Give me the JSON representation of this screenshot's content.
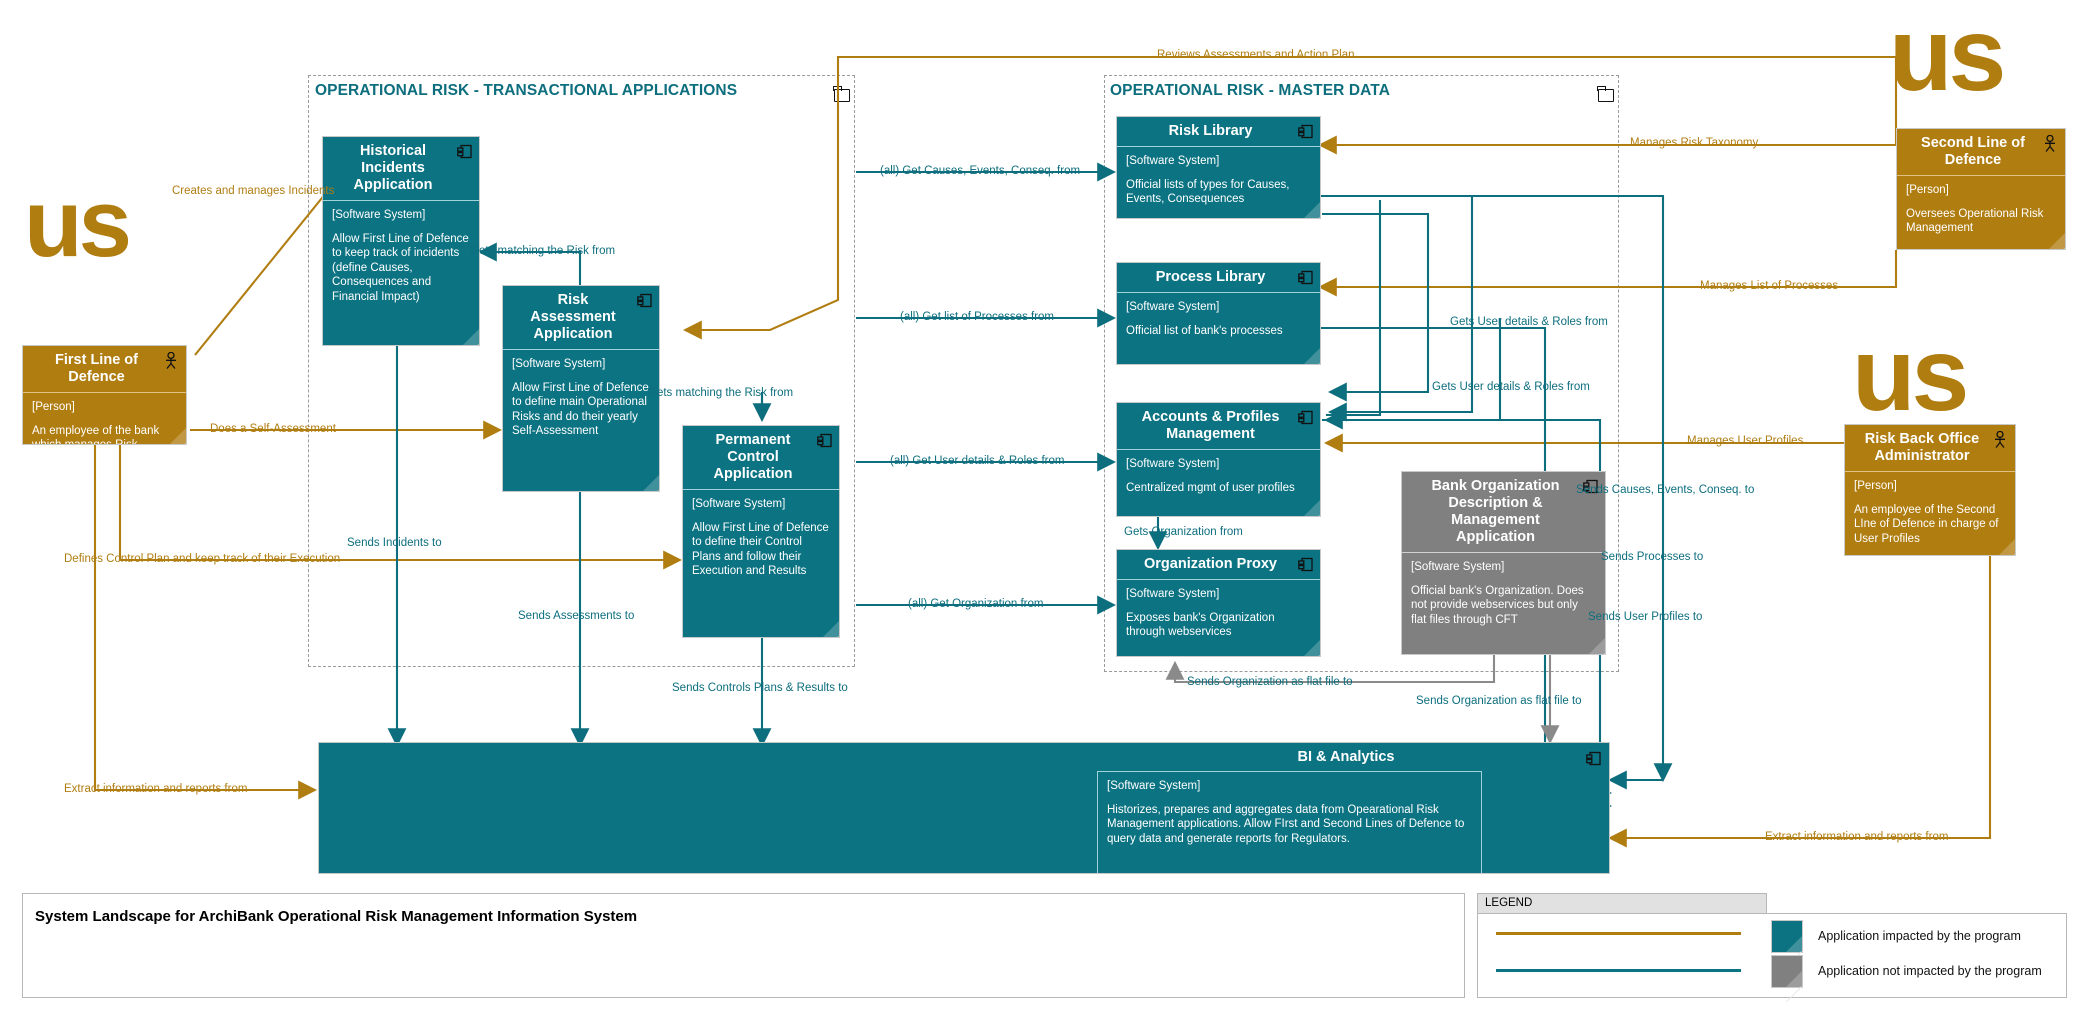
{
  "diagram": {
    "title": "System Landscape for ArchiBank Operational Risk Management Information System",
    "colors": {
      "teal": "#0c7382",
      "gold": "#b07d11",
      "grey": "#808080",
      "group_border": "#9a9a9a"
    }
  },
  "groups": [
    {
      "title": "OPERATIONAL RISK - TRANSACTIONAL APPLICATIONS",
      "icon": "folder-icon"
    },
    {
      "title": "OPERATIONAL RISK - MASTER DATA",
      "icon": "folder-icon"
    }
  ],
  "watermarks": [
    "us",
    "us",
    "us",
    "us"
  ],
  "nodes": [
    {
      "id": "first-line-of-defence",
      "name": "First Line of\nDefence",
      "type": "[Person]",
      "desc": "An employee of the bank which manages Risk",
      "style": "gold",
      "icon": "person-icon"
    },
    {
      "id": "second-line-of-defence",
      "name": "Second Line of\nDefence",
      "type": "[Person]",
      "desc": "Oversees Operational Risk Management",
      "style": "gold",
      "icon": "person-icon"
    },
    {
      "id": "risk-back-office-administrator",
      "name": "Risk Back Office\nAdministrator",
      "type": "[Person]",
      "desc": "An employee of the Second LIne of Defence in charge of User Profiles",
      "style": "gold",
      "icon": "person-icon"
    },
    {
      "id": "historical-incidents-application",
      "name": "Historical\nIncidents\nApplication",
      "type": "[Software System]",
      "desc": "Allow First Line of Defence to keep track of incidents (define Causes, Consequences and Financial Impact)",
      "style": "teal",
      "icon": "component-icon"
    },
    {
      "id": "risk-assessment-application",
      "name": "Risk\nAssessment\nApplication",
      "type": "[Software System]",
      "desc": "Allow First Line of Defence to define main Operational Risks and do their yearly Self-Assessment",
      "style": "teal",
      "icon": "component-icon"
    },
    {
      "id": "permanent-control-application",
      "name": "Permanent\nControl\nApplication",
      "type": "[Software System]",
      "desc": "Allow First Line of Defence to define their Control Plans and follow their Execution and Results",
      "style": "teal",
      "icon": "component-icon"
    },
    {
      "id": "risk-library",
      "name": "Risk Library",
      "type": "[Software System]",
      "desc": "Official lists of types for Causes, Events, Consequences",
      "style": "teal",
      "icon": "component-icon"
    },
    {
      "id": "process-library",
      "name": "Process Library",
      "type": "[Software System]",
      "desc": "Official list of bank's processes",
      "style": "teal",
      "icon": "component-icon"
    },
    {
      "id": "accounts-profiles-management",
      "name": "Accounts & Profiles\nManagement",
      "type": "[Software System]",
      "desc": "Centralized mgmt of user profiles",
      "style": "teal",
      "icon": "component-icon"
    },
    {
      "id": "organization-proxy",
      "name": "Organization Proxy",
      "type": "[Software System]",
      "desc": "Exposes bank's Organization through webservices",
      "style": "teal",
      "icon": "component-icon"
    },
    {
      "id": "bank-organization-description-management-application",
      "name": "Bank Organization\nDescription &\nManagement\nApplication",
      "type": "[Software System]",
      "desc": "Official bank's Organization. Does not provide webservices but only flat files through CFT",
      "style": "grey",
      "icon": "component-icon"
    },
    {
      "id": "bi-analytics",
      "name": "BI & Analytics",
      "type": "[Software System]",
      "desc": "Historizes, prepares and aggregates data from Opearational Risk Management applications. Allow FIrst and Second Lines of Defence to query data and generate reports for Regulators.",
      "style": "teal",
      "icon": "component-icon"
    }
  ],
  "relations": [
    {
      "label": "Reviews Assessments and Action Plan",
      "kind": "gold"
    },
    {
      "label": "Creates and manages Incidents",
      "kind": "gold"
    },
    {
      "label": "Does a Self-Assessment",
      "kind": "gold"
    },
    {
      "label": "Defines Control Plan and keep track of their Execution",
      "kind": "gold"
    },
    {
      "label": "Extract information and reports from",
      "kind": "gold"
    },
    {
      "label": "Extract information and reports from",
      "kind": "gold"
    },
    {
      "label": "Manages Risk Taxonomy",
      "kind": "gold"
    },
    {
      "label": "Manages List of Processes",
      "kind": "gold"
    },
    {
      "label": "Manages User Profiles",
      "kind": "gold"
    },
    {
      "label": "Gets matching the Risk from",
      "kind": "teal"
    },
    {
      "label": "Gets matching the Risk from",
      "kind": "teal"
    },
    {
      "label": "Sends Incidents to",
      "kind": "teal"
    },
    {
      "label": "Sends Assessments to",
      "kind": "teal"
    },
    {
      "label": "Sends Controls Plans & Results to",
      "kind": "teal"
    },
    {
      "label": "(all) Get Causes, Events, Conseq. from",
      "kind": "teal"
    },
    {
      "label": "(all) Get list of Processes from",
      "kind": "teal"
    },
    {
      "label": "(all) Get User details & Roles from",
      "kind": "teal"
    },
    {
      "label": "(all) Get Organization from",
      "kind": "teal"
    },
    {
      "label": "Gets User details & Roles from",
      "kind": "teal"
    },
    {
      "label": "Gets User details & Roles from",
      "kind": "teal"
    },
    {
      "label": "Gets Organization from",
      "kind": "teal"
    },
    {
      "label": "Sends Causes, Events, Conseq. to",
      "kind": "teal"
    },
    {
      "label": "Sends Processes to",
      "kind": "teal"
    },
    {
      "label": "Sends User Profiles to",
      "kind": "teal"
    },
    {
      "label": "Sends Organization as flat file to",
      "kind": "teal"
    },
    {
      "label": "Sends Organization as flat file to",
      "kind": "teal"
    }
  ],
  "legend": {
    "header": "LEGEND",
    "rows": [
      {
        "swatch_color": "#0c7382",
        "line_color": "#b07d11",
        "text": "Application impacted by the program"
      },
      {
        "swatch_color": "#808080",
        "line_color": "#0c7382",
        "text": "Application not impacted by the program"
      }
    ]
  }
}
